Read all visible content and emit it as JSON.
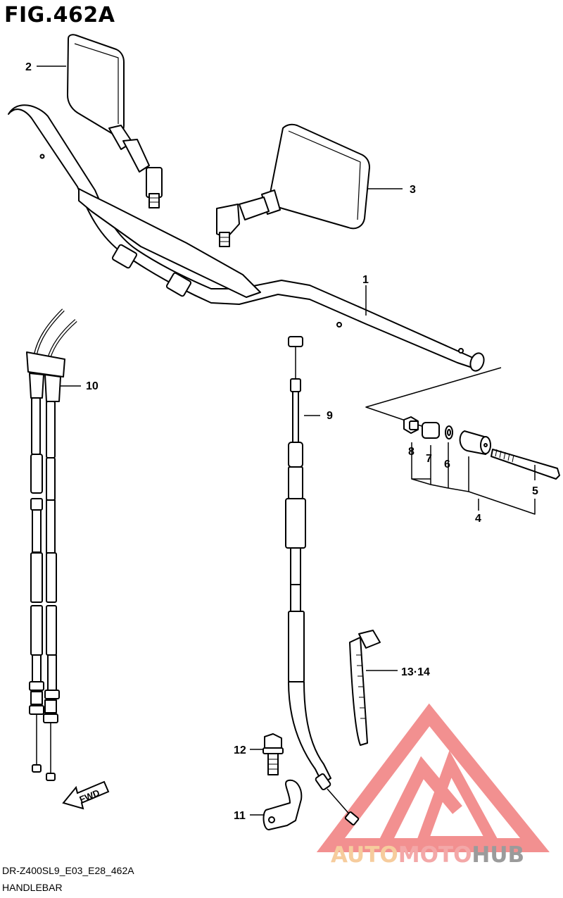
{
  "figure": {
    "title": "FIG.462A",
    "model_code": "DR-Z400SL9_E03_E28_462A",
    "section_name": "HANDLEBAR",
    "fwd_label": "FWD"
  },
  "callouts": {
    "c1": "1",
    "c2": "2",
    "c3": "3",
    "c4": "4",
    "c5": "5",
    "c6": "6",
    "c7": "7",
    "c8": "8",
    "c9": "9",
    "c10": "10",
    "c11": "11",
    "c12": "12",
    "c13_14": "13·14"
  },
  "watermark": {
    "part1": "AUTO",
    "part2": "MOTO",
    "part3": "HUB",
    "colors": {
      "auto": "#f5c48c",
      "moto": "#f29a9a",
      "hub": "#8a8a8a",
      "logo": "#f07d7d"
    }
  }
}
